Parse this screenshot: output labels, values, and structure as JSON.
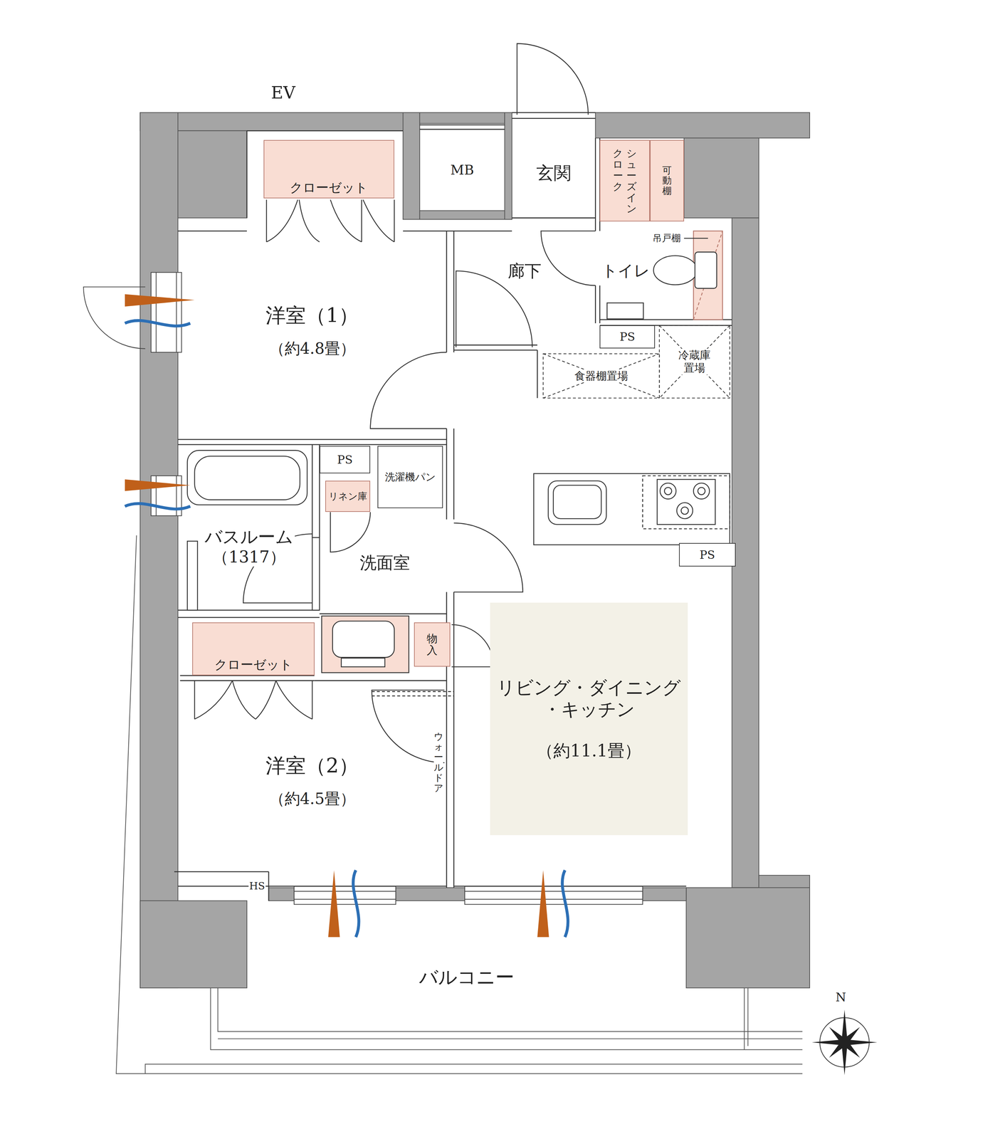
{
  "diagram": {
    "nodes": [
      {
        "text": [
          "クローゼット"
        ]
      },
      {
        "text": [
          "MB"
        ]
      },
      {
        "text": [
          "玄関"
        ]
      },
      {
        "text": [
          "シューズイン クローク"
        ]
      },
      {
        "text": [
          "可動棚"
        ]
      },
      {
        "text": [
          "洋室（1）",
          "（約4.8畳）"
        ]
      },
      {
        "text": [
          "廊下"
        ]
      },
      {
        "text": [
          "トイレ"
        ]
      },
      {
        "text": [
          "PS"
        ]
      },
      {
        "text": [
          "冷蔵庫 置場"
        ]
      },
      {
        "text": [
          "食器棚置場"
        ]
      },
      {
        "text": [
          "PS"
        ]
      },
      {
        "text": [
          "洗濯機パン"
        ]
      },
      {
        "text": [
          "リネン庫"
        ]
      },
      {
        "text": [
          "バスルーム",
          "（1317）"
        ]
      },
      {
        "text": [
          "洗面室"
        ]
      },
      {
        "text": [
          "PS"
        ]
      },
      {
        "text": [
          "物入"
        ]
      },
      {
        "text": [
          "クローゼット"
        ]
      },
      {
        "text": [
          "リビング・ダイニング ・キッチン",
          "（約11.1畳）"
        ]
      },
      {
        "text": [
          "洋室（2）",
          "（約4.5畳）"
        ]
      },
      {
        "text": [
          "HS"
        ]
      },
      {
        "text": [
          "バルコニー"
        ]
      }
    ],
    "labels": [
      "EV",
      "吊戸棚",
      "ウォールドア",
      "N"
    ]
  }
}
